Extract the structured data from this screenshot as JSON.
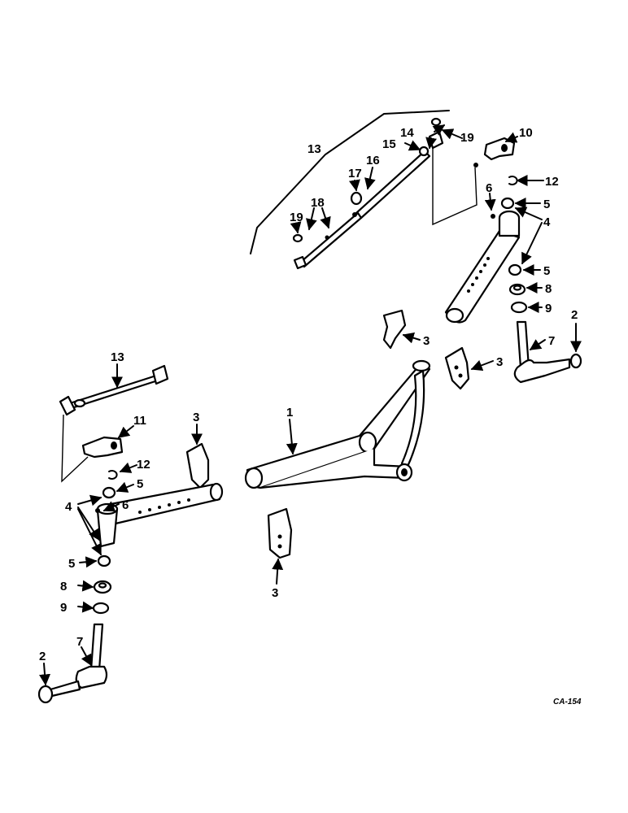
{
  "figure_code": "CA-154",
  "callouts": {
    "c1": "1",
    "c2a": "2",
    "c2b": "2",
    "c3a": "3",
    "c3b": "3",
    "c3c": "3",
    "c3d": "3",
    "c4a": "4",
    "c4b": "4",
    "c5a": "5",
    "c5b": "5",
    "c5c": "5",
    "c5d": "5",
    "c6a": "6",
    "c6b": "6",
    "c7a": "7",
    "c7b": "7",
    "c8a": "8",
    "c8b": "8",
    "c9a": "9",
    "c9b": "9",
    "c10": "10",
    "c11": "11",
    "c12a": "12",
    "c12b": "12",
    "c13a": "13",
    "c13b": "13",
    "c14": "14",
    "c15": "15",
    "c16": "16",
    "c17": "17",
    "c18": "18",
    "c19a": "19",
    "c19b": "19"
  }
}
